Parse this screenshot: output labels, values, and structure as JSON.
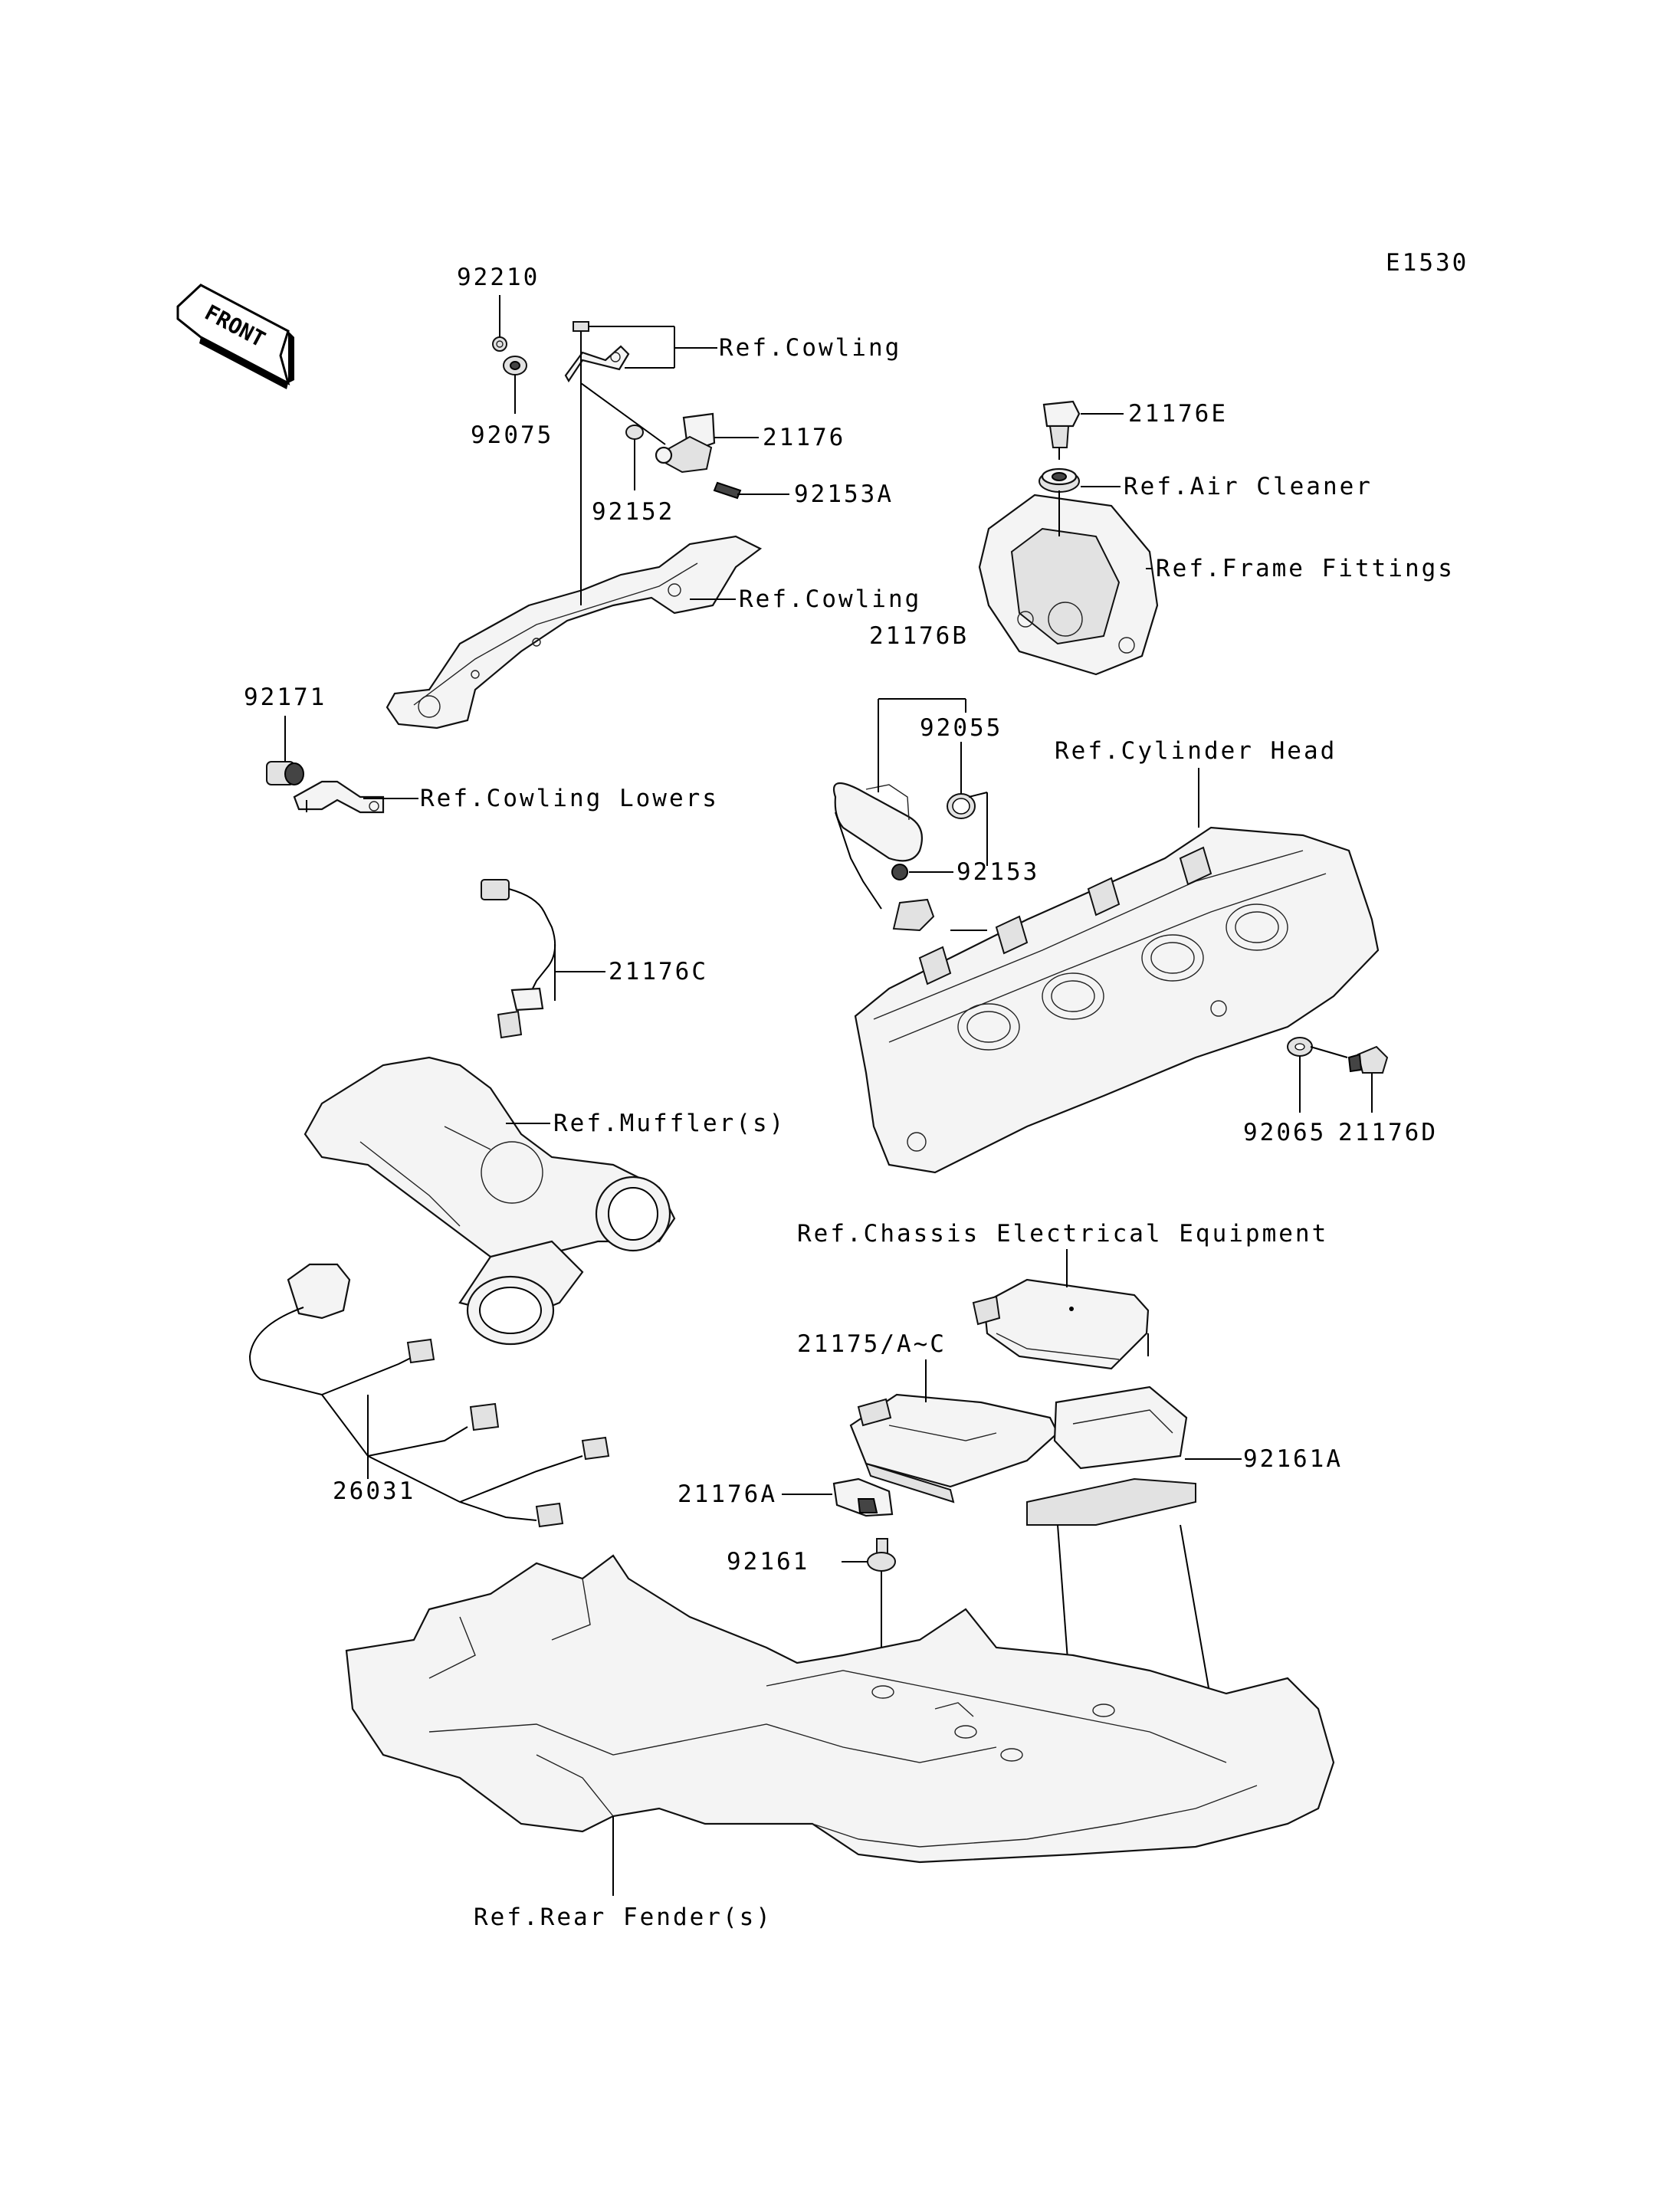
{
  "diagram_code": "E1530",
  "front_label": "FRONT",
  "labels": {
    "p92210": "92210",
    "p92075": "92075",
    "p92152": "92152",
    "p21176": "21176",
    "p92153A": "92153A",
    "ref_cowling_top": "Ref.Cowling",
    "ref_cowling_mid": "Ref.Cowling",
    "p21176E": "21176E",
    "ref_air_cleaner": "Ref.Air Cleaner",
    "ref_frame_fittings": "Ref.Frame Fittings",
    "p92171": "92171",
    "ref_cowling_lowers": "Ref.Cowling Lowers",
    "p21176B": "21176B",
    "p92055": "92055",
    "p92153": "92153",
    "ref_cylinder_head": "Ref.Cylinder Head",
    "p21176C": "21176C",
    "ref_muffler": "Ref.Muffler(s)",
    "p92065": "92065",
    "p21176D": "21176D",
    "ref_chassis_electrical": "Ref.Chassis Electrical Equipment",
    "p21175": "21175/A~C",
    "p92161A": "92161A",
    "p26031": "26031",
    "p21176A": "21176A",
    "p92161": "92161",
    "ref_rear_fender": "Ref.Rear Fender(s)"
  }
}
